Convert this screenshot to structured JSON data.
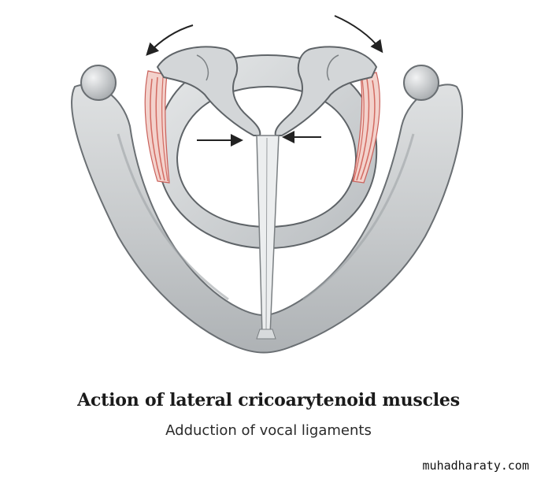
{
  "caption": {
    "title": "Action of lateral cricoarytenoid muscles",
    "subtitle": "Adduction of vocal ligaments"
  },
  "watermark": "muhadharaty.com",
  "colors": {
    "cartilage": "#c9ccce",
    "cartilage_light": "#e4e6e7",
    "cartilage_shadow": "#8e9396",
    "outline": "#5f6468",
    "muscle": "#d9837a",
    "arrow": "#222222"
  },
  "icons": {
    "rotation_arrow": "curved-arrow",
    "adduction_arrow": "straight-arrow"
  }
}
